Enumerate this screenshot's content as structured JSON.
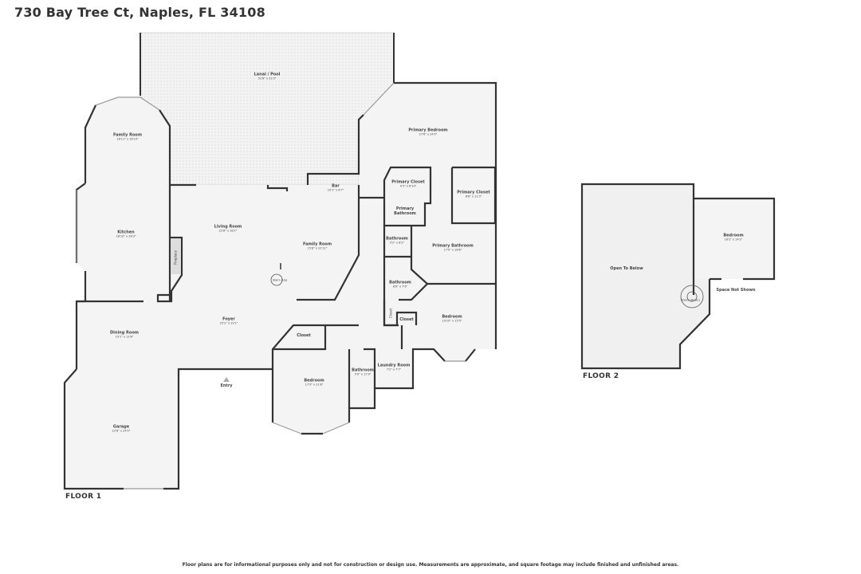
{
  "header": {
    "title": "730 Bay Tree Ct, Naples, FL 34108"
  },
  "floor1": {
    "label": "FLOOR 1",
    "rooms": [
      {
        "name": "Lanai / Pool",
        "dims": "51'6\" x 31'3\""
      },
      {
        "name": "Family Room",
        "dims": "16'11\" x 16'10\""
      },
      {
        "name": "Primary Bedroom",
        "dims": "27'6\" x 24'0\""
      },
      {
        "name": "Bar",
        "dims": "10'1\" x 6'7\""
      },
      {
        "name": "Primary Closet",
        "dims": "9'3\" x 6'10\""
      },
      {
        "name": "Primary Closet",
        "dims": "8'6\" x 11'3\""
      },
      {
        "name": "Primary Bathroom",
        "dims": ""
      },
      {
        "name": "Kitchen",
        "dims": "18'10\" x 26'3\""
      },
      {
        "name": "Living Room",
        "dims": "22'8\" x 18'2\""
      },
      {
        "name": "Family Room",
        "dims": "15'8\" x 22'11\""
      },
      {
        "name": "Bathroom",
        "dims": "5'2\" x 6'2\""
      },
      {
        "name": "Primary Bathroom",
        "dims": "17'0\" x 16'6\""
      },
      {
        "name": "Bathroom",
        "dims": "8'6\" x 7'6\""
      },
      {
        "name": "Fireplace",
        "dims": ""
      },
      {
        "name": "Stairs (Up)",
        "dims": ""
      },
      {
        "name": "Foyer",
        "dims": "25'2\" x 19'1\""
      },
      {
        "name": "Dining Room",
        "dims": "19'1\" x 12'8\""
      },
      {
        "name": "Closet",
        "dims": ""
      },
      {
        "name": "Closet",
        "dims": ""
      },
      {
        "name": "Bedroom",
        "dims": "19'10\" x 15'5\""
      },
      {
        "name": "Closet",
        "dims": ""
      },
      {
        "name": "Bathroom",
        "dims": "5'0\" x 11'9\""
      },
      {
        "name": "Laundry Room",
        "dims": "7'2\" x 7'7\""
      },
      {
        "name": "Bedroom",
        "dims": "17'3\" x 21'8\""
      },
      {
        "name": "Entry",
        "dims": ""
      },
      {
        "name": "Garage",
        "dims": "22'8\" x 24'0\""
      }
    ]
  },
  "floor2": {
    "label": "FLOOR 2",
    "rooms": [
      {
        "name": "Open To Below",
        "dims": ""
      },
      {
        "name": "Bedroom",
        "dims": "16'2\" x 14'2\""
      },
      {
        "name": "Space Not Shown",
        "dims": ""
      },
      {
        "name": "Stairs (Down)",
        "dims": ""
      }
    ]
  },
  "footer": {
    "disclaimer": "Floor plans are for informational purposes only and not for construction or design use. Measurements are approximate, and square footage may include finished and unfinished areas."
  },
  "colors": {
    "wall": "#333333",
    "floor": "#f4f4f4",
    "lanai": "#eeeeee"
  }
}
